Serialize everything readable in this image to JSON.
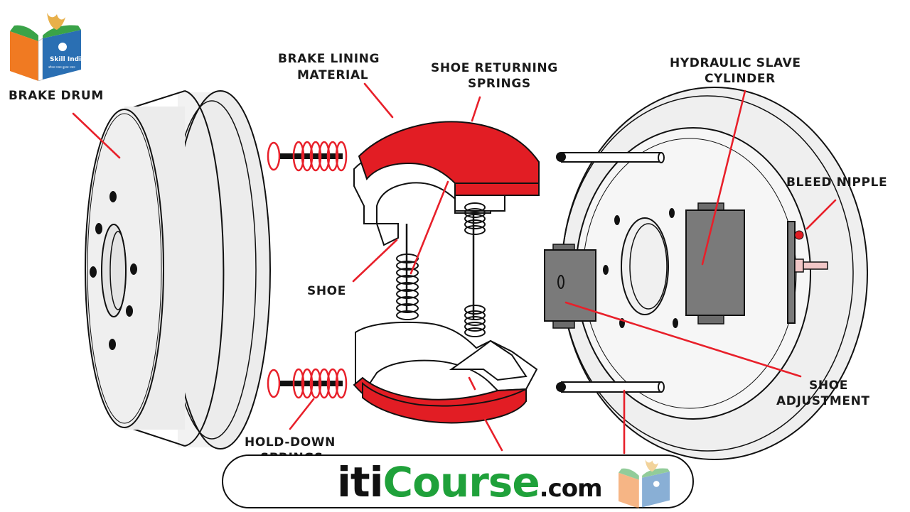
{
  "logo": {
    "brand_text": "Skill India",
    "sub_text": "कौशल भारत-कुशल भारत"
  },
  "labels": {
    "brake_drum": "BRAKE DRUM",
    "brake_lining_1": "BRAKE LINING",
    "brake_lining_2": "MATERIAL",
    "shoe_returning_1": "SHOE RETURNING",
    "shoe_returning_2": "SPRINGS",
    "hydraulic_1": "HYDRAULIC SLAVE",
    "hydraulic_2": "CYLINDER",
    "bleed_nipple": "BLEED NIPPLE",
    "shoe": "SHOE",
    "shoe_adjustment_1": "SHOE",
    "shoe_adjustment_2": "ADJUSTMENT",
    "hold_down_1": "HOLD-DOWN",
    "hold_down_2": "SPRINGS"
  },
  "banner": {
    "part1": "iti",
    "part2": "Course",
    "part3": ".com"
  },
  "colors": {
    "accent_red": "#e8202a",
    "banner_green": "#1fa13a",
    "line": "#111111"
  }
}
